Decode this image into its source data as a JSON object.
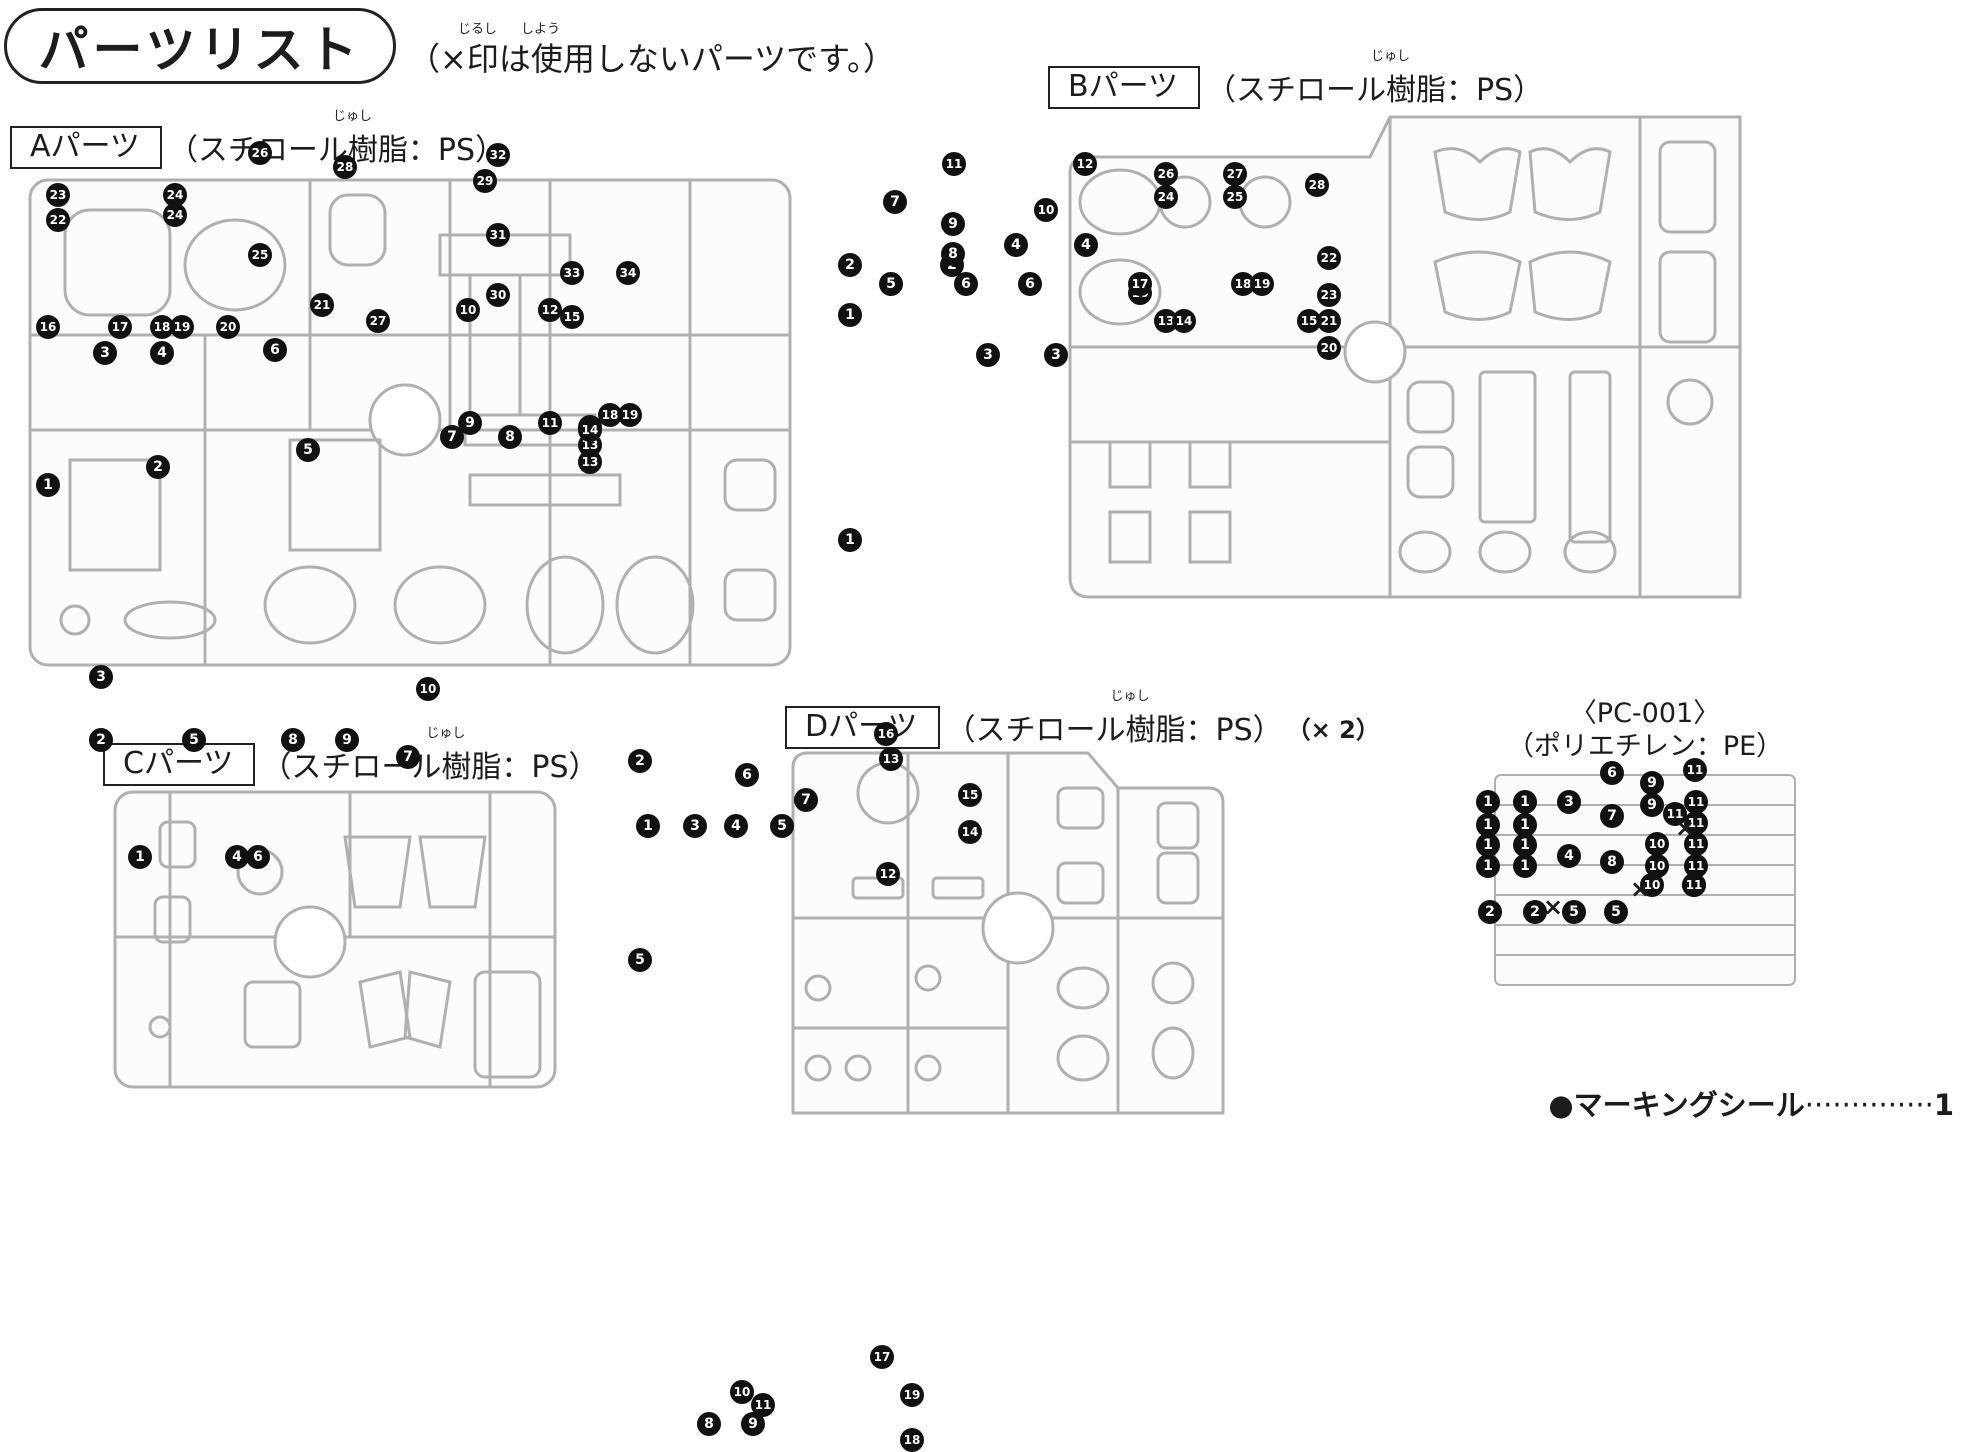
{
  "page": {
    "title": "パーツリスト",
    "note": "（×印は使用しないパーツです。）",
    "note_ruby": [
      "じるし",
      "しよう"
    ]
  },
  "sections": {
    "A": {
      "box": "Aパーツ",
      "material": "（スチロール樹脂：PS）",
      "ruby": "じゅし",
      "numbers": [
        "1",
        "2",
        "3",
        "4",
        "5",
        "6",
        "7",
        "8",
        "9",
        "10",
        "11",
        "12",
        "13",
        "14",
        "15",
        "16",
        "17",
        "18",
        "19",
        "20",
        "21",
        "22",
        "23",
        "24",
        "24",
        "25",
        "26",
        "27",
        "28",
        "29",
        "30",
        "31",
        "32",
        "33",
        "34",
        "13",
        "14",
        "18",
        "19"
      ]
    },
    "B": {
      "box": "Bパーツ",
      "material": "（スチロール樹脂：PS）",
      "ruby": "じゅし",
      "numbers": [
        "1",
        "1",
        "2",
        "2",
        "3",
        "3",
        "4",
        "4",
        "5",
        "6",
        "6",
        "7",
        "8",
        "9",
        "10",
        "11",
        "12",
        "13",
        "14",
        "15",
        "16",
        "17",
        "18",
        "19",
        "20",
        "21",
        "22",
        "23",
        "24",
        "25",
        "26",
        "27",
        "28"
      ]
    },
    "C": {
      "box": "Cパーツ",
      "material": "（スチロール樹脂：PS）",
      "ruby": "じゅし",
      "numbers": [
        "1",
        "2",
        "3",
        "4",
        "5",
        "6",
        "7",
        "8",
        "9",
        "10"
      ]
    },
    "D": {
      "box": "Dパーツ",
      "material": "（スチロール樹脂：PS）",
      "qty": "（× 2）",
      "ruby": "じゅし",
      "numbers": [
        "1",
        "2",
        "3",
        "4",
        "5",
        "5",
        "6",
        "7",
        "8",
        "9",
        "10",
        "11",
        "12",
        "13",
        "14",
        "15",
        "16",
        "17",
        "18",
        "19"
      ]
    },
    "PC": {
      "code": "〈PC-001〉",
      "material": "（ポリエチレン：PE）",
      "numbers": [
        "1",
        "1",
        "1",
        "1",
        "1",
        "1",
        "1",
        "1",
        "2",
        "2",
        "3",
        "4",
        "5",
        "5",
        "6",
        "7",
        "8",
        "9",
        "9",
        "10",
        "10",
        "10",
        "10",
        "11",
        "11",
        "11",
        "11",
        "11",
        "11",
        "11"
      ],
      "unused_mark": "×"
    }
  },
  "footer": {
    "label": "●マーキングシール",
    "dots": "··············",
    "count": "1"
  }
}
